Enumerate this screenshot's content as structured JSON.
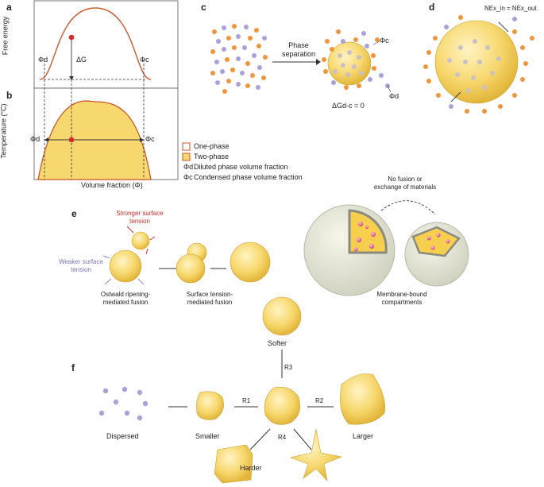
{
  "panels": {
    "a": {
      "letter": "a",
      "ylabel": "Free energy",
      "phi_d": "Φd",
      "phi_c": "Φc",
      "delta_g": "ΔG"
    },
    "b": {
      "letter": "b",
      "ylabel": "Temperature (°C)",
      "xlabel": "Volume fraction (Φ)",
      "phi_d": "Φd",
      "phi_c": "Φc"
    },
    "legend": {
      "one_phase": "One-phase",
      "two_phase": "Two-phase",
      "phi_d_sym": "Φd",
      "phi_d_desc": "Diluted phase volume fraction",
      "phi_c_sym": "Φc",
      "phi_c_desc": "Condensed phase volume fraction"
    },
    "c": {
      "letter": "c",
      "arrow_label": "Phase separation",
      "phi_c": "Φc",
      "phi_d": "Φd",
      "delta_g_eq": "ΔGd-c = 0"
    },
    "d": {
      "letter": "d",
      "n_eq": "NEx_in = NEx_out"
    },
    "e": {
      "letter": "e",
      "stronger": "Stronger surface tension",
      "weaker": "Weaker surface tension",
      "ostwald": "Ostwald ripening-mediated fusion",
      "surface": "Surface tension-mediated fusion",
      "no_fusion": "No fusion or exchange of materials",
      "membrane": "Membrane-bound compartments"
    },
    "f": {
      "letter": "f",
      "softer": "Softer",
      "dispersed": "Dispersed",
      "smaller": "Smaller",
      "larger": "Larger",
      "harder": "Harder",
      "r1": "R1",
      "r2": "R2",
      "r3": "R3",
      "r4": "R4"
    }
  },
  "colors": {
    "droplet": "#f3cf55",
    "droplet_light": "#fbe9a3",
    "orange": "#f0953a",
    "purple": "#a9a1d8",
    "curve": "#c8562a",
    "red": "#d62a2a"
  }
}
